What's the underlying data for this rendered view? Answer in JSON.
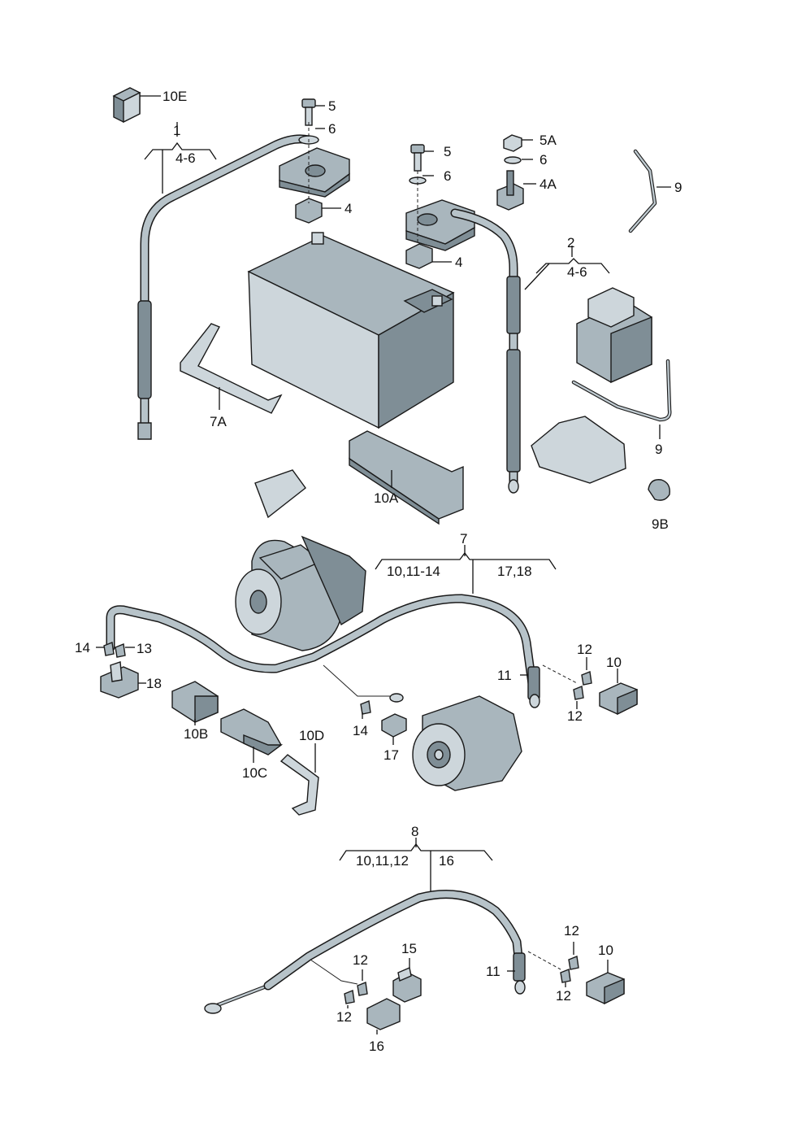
{
  "labels": {
    "l10E": "10E",
    "l1": "1",
    "l1sub": "4-6",
    "l5a": "5",
    "l6a": "6",
    "l4a": "4",
    "l5b": "5",
    "l6b": "6",
    "l4b": "4",
    "l5A": "5A",
    "l6c": "6",
    "l4A": "4A",
    "l9a": "9",
    "l2": "2",
    "l2sub": "4-6",
    "l7A": "7A",
    "l10A": "10A",
    "l9b": "9",
    "l9B": "9B",
    "l7": "7",
    "l7subL": "10,11-14",
    "l7subR": "17,18",
    "l14a": "14",
    "l13": "13",
    "l18": "18",
    "l10B": "10B",
    "l10C": "10C",
    "l10D": "10D",
    "l14b": "14",
    "l17": "17",
    "l11a": "11",
    "l12a": "12",
    "l12b": "12",
    "l10a": "10",
    "l8": "8",
    "l8subL": "10,11,12",
    "l8subR": "16",
    "l12c": "12",
    "l15": "15",
    "l12d": "12",
    "l16": "16",
    "l11b": "11",
    "l12e": "12",
    "l12f": "12",
    "l10b": "10"
  }
}
